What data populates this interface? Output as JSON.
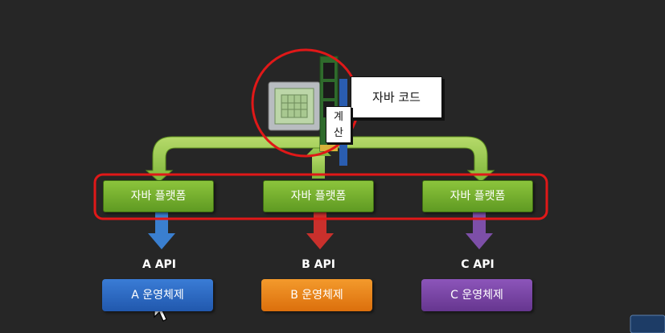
{
  "diagram": {
    "java_code_label": "자바 코드",
    "calc_label": "계산",
    "platforms": [
      {
        "label": "자바 플랫폼"
      },
      {
        "label": "자바 플랫폼"
      },
      {
        "label": "자바 플랫폼"
      }
    ],
    "apis": [
      {
        "label": "A API"
      },
      {
        "label": "B API"
      },
      {
        "label": "C API"
      }
    ],
    "operating_systems": [
      {
        "label": "A 운영체제",
        "color": "#2f6fc9"
      },
      {
        "label": "B 운영체제",
        "color": "#ee8414"
      },
      {
        "label": "C 운영체제",
        "color": "#7b48a8"
      }
    ]
  }
}
